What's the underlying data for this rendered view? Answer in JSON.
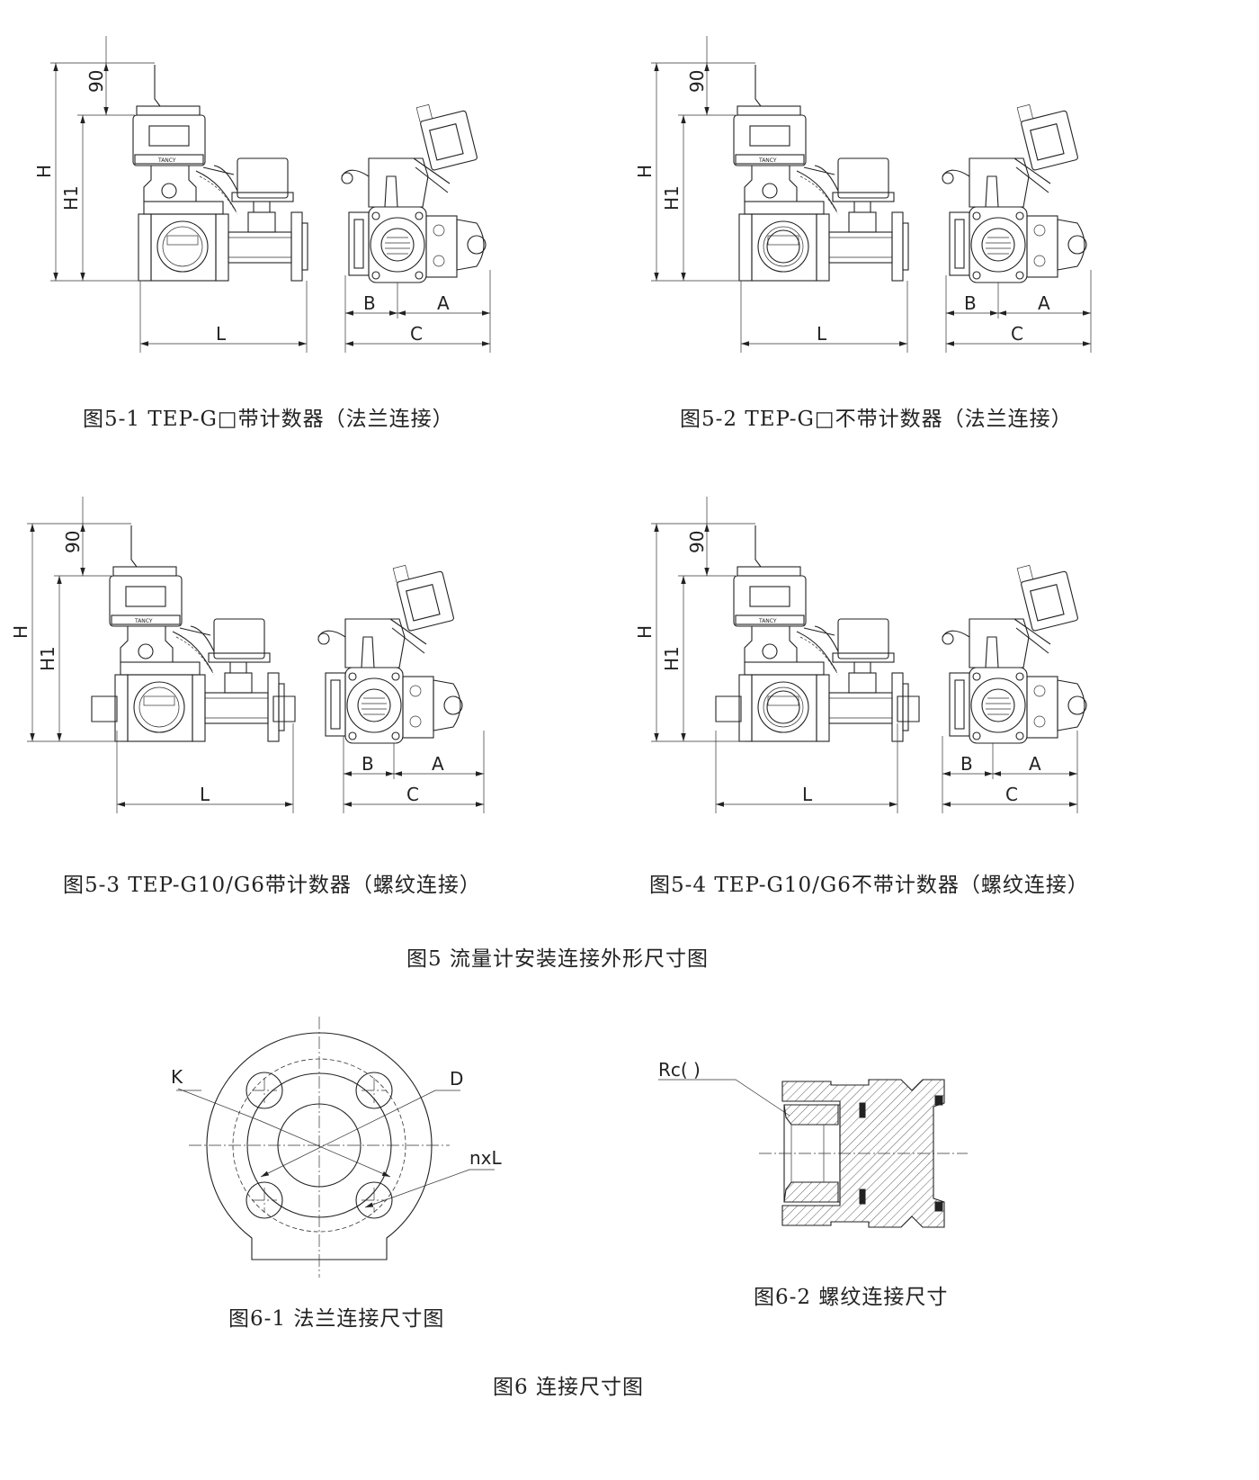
{
  "figures": {
    "fig5_1": {
      "caption": "图5-1 TEP-G□带计数器（法兰连接）",
      "dims": {
        "top": "90",
        "h": "H",
        "h1": "H1",
        "l": "L",
        "a": "A",
        "b": "B",
        "c": "C"
      }
    },
    "fig5_2": {
      "caption": "图5-2 TEP-G□不带计数器（法兰连接）",
      "dims": {
        "top": "90",
        "h": "H",
        "h1": "H1",
        "l": "L",
        "a": "A",
        "b": "B",
        "c": "C"
      }
    },
    "fig5_3": {
      "caption": "图5-3 TEP-G10/G6带计数器（螺纹连接）",
      "dims": {
        "top": "90",
        "h": "H",
        "h1": "H1",
        "l": "L",
        "a": "A",
        "b": "B",
        "c": "C"
      }
    },
    "fig5_4": {
      "caption": "图5-4 TEP-G10/G6不带计数器（螺纹连接）",
      "dims": {
        "top": "90",
        "h": "H",
        "h1": "H1",
        "l": "L",
        "a": "A",
        "b": "B",
        "c": "C"
      }
    },
    "fig5_title": "图5  流量计安装连接外形尺寸图",
    "fig6_1": {
      "caption": "图6-1 法兰连接尺寸图",
      "labels": {
        "k": "K",
        "d": "D",
        "nxl": "nxL"
      }
    },
    "fig6_2": {
      "caption": "图6-2 螺纹连接尺寸",
      "labels": {
        "rc": "Rc(    )"
      }
    },
    "fig6_title": "图6  连接尺寸图"
  }
}
